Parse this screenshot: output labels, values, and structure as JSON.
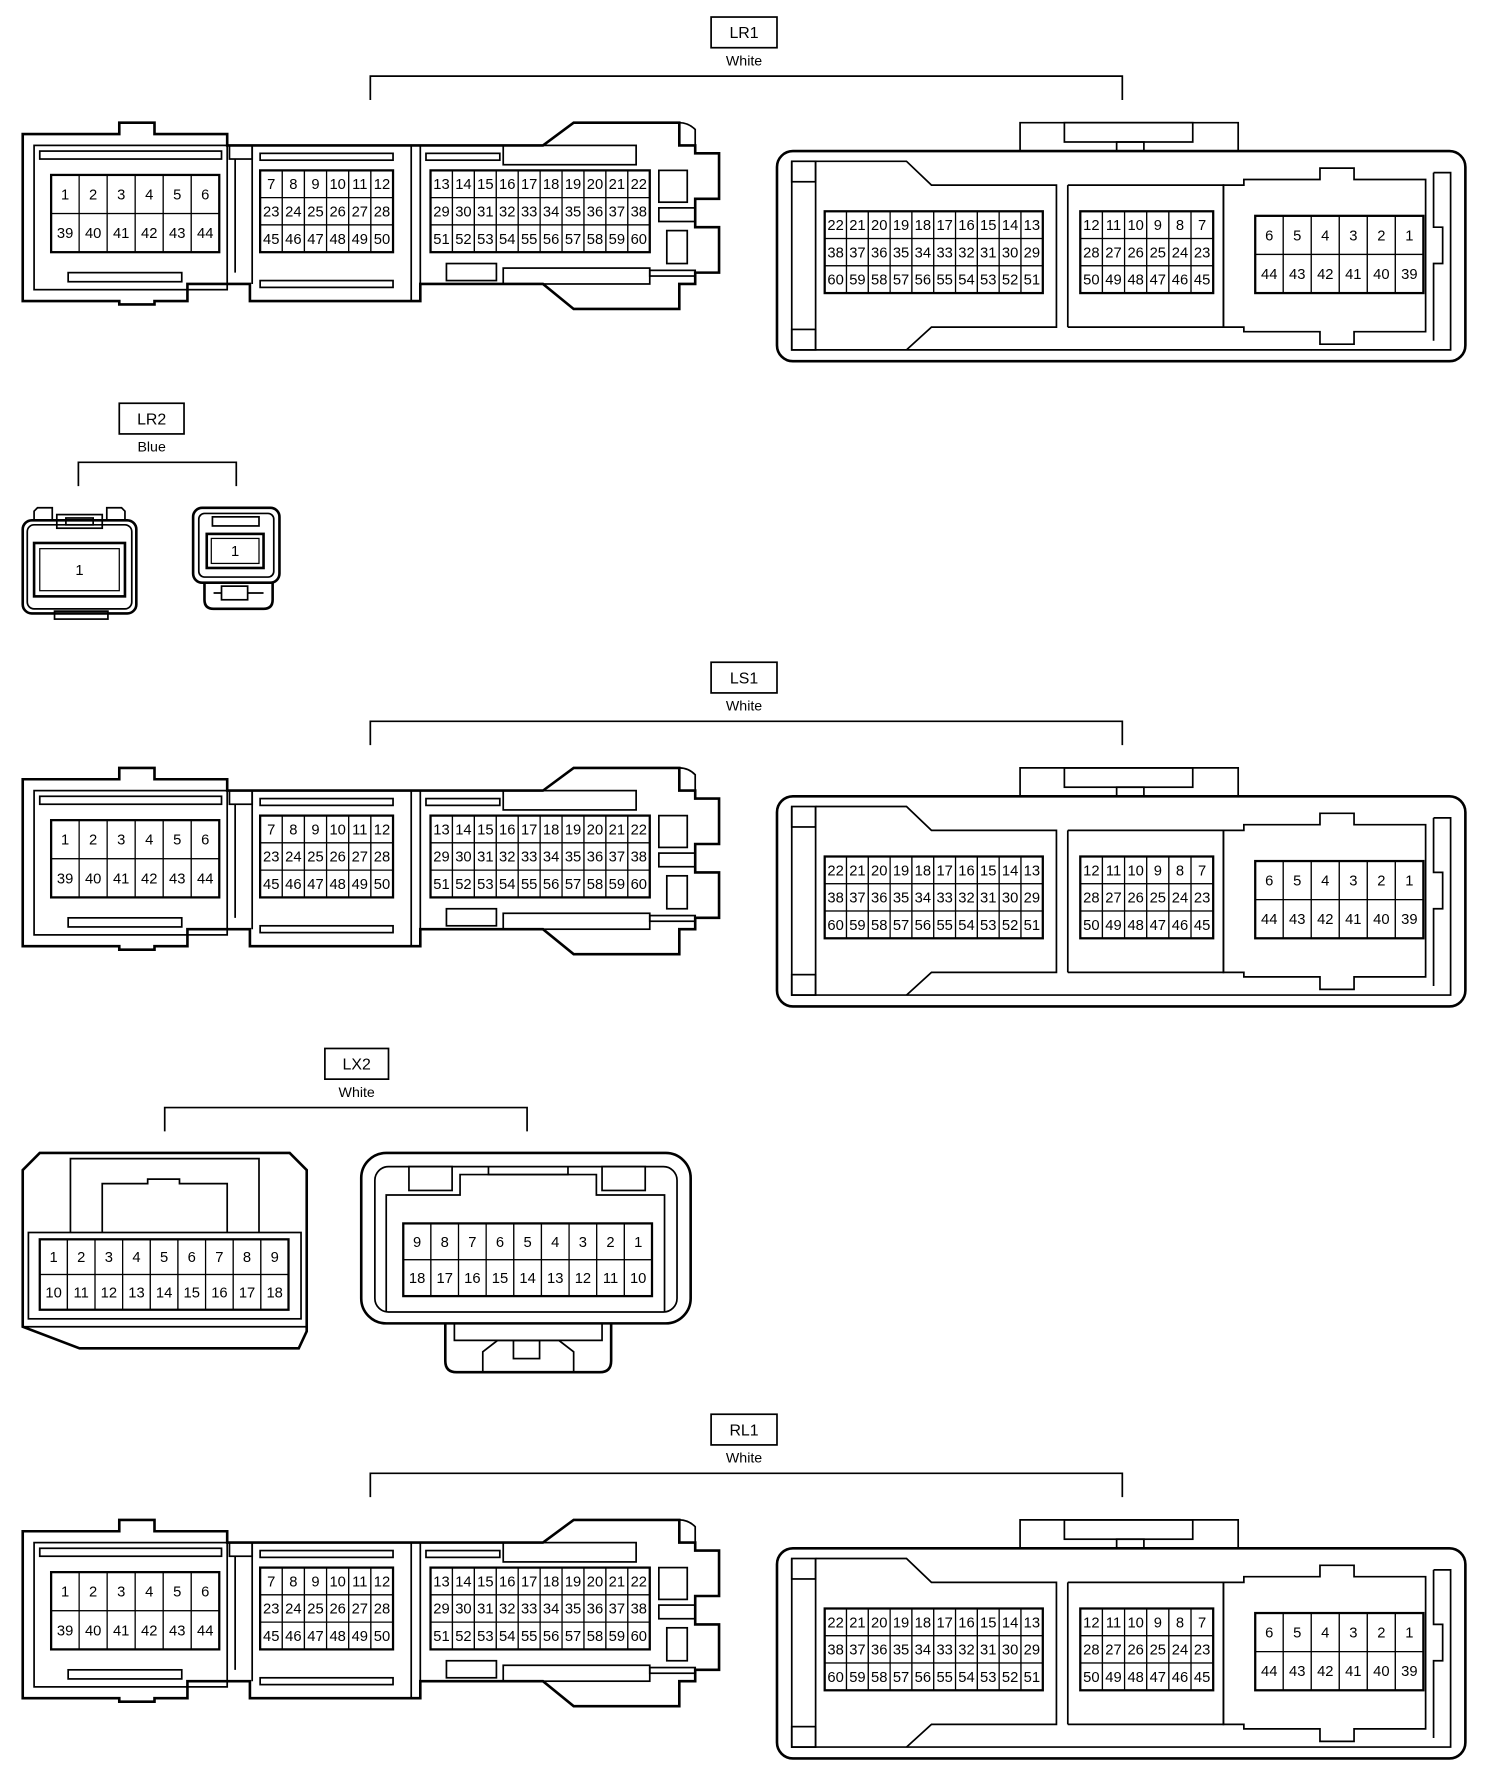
{
  "connectors": [
    {
      "label": "LR1",
      "color": "White",
      "views": [
        {
          "blocks": [
            {
              "rows": [
                [
                  "1",
                  "2",
                  "3",
                  "4",
                  "5",
                  "6"
                ],
                [
                  "39",
                  "40",
                  "41",
                  "42",
                  "43",
                  "44"
                ]
              ]
            },
            {
              "rows": [
                [
                  "7",
                  "8",
                  "9",
                  "10",
                  "11",
                  "12"
                ],
                [
                  "23",
                  "24",
                  "25",
                  "26",
                  "27",
                  "28"
                ],
                [
                  "45",
                  "46",
                  "47",
                  "48",
                  "49",
                  "50"
                ]
              ]
            },
            {
              "rows": [
                [
                  "13",
                  "14",
                  "15",
                  "16",
                  "17",
                  "18",
                  "19",
                  "20",
                  "21",
                  "22"
                ],
                [
                  "29",
                  "30",
                  "31",
                  "32",
                  "33",
                  "34",
                  "35",
                  "36",
                  "37",
                  "38"
                ],
                [
                  "51",
                  "52",
                  "53",
                  "54",
                  "55",
                  "56",
                  "57",
                  "58",
                  "59",
                  "60"
                ]
              ]
            }
          ]
        },
        {
          "blocks": [
            {
              "rows": [
                [
                  "22",
                  "21",
                  "20",
                  "19",
                  "18",
                  "17",
                  "16",
                  "15",
                  "14",
                  "13"
                ],
                [
                  "38",
                  "37",
                  "36",
                  "35",
                  "34",
                  "33",
                  "32",
                  "31",
                  "30",
                  "29"
                ],
                [
                  "60",
                  "59",
                  "58",
                  "57",
                  "56",
                  "55",
                  "54",
                  "53",
                  "52",
                  "51"
                ]
              ]
            },
            {
              "rows": [
                [
                  "12",
                  "11",
                  "10",
                  "9",
                  "8",
                  "7"
                ],
                [
                  "28",
                  "27",
                  "26",
                  "25",
                  "24",
                  "23"
                ],
                [
                  "50",
                  "49",
                  "48",
                  "47",
                  "46",
                  "45"
                ]
              ]
            },
            {
              "rows": [
                [
                  "6",
                  "5",
                  "4",
                  "3",
                  "2",
                  "1"
                ],
                [
                  "44",
                  "43",
                  "42",
                  "41",
                  "40",
                  "39"
                ]
              ]
            }
          ]
        }
      ]
    },
    {
      "label": "LR2",
      "color": "Blue",
      "views": [
        {
          "blocks": [
            {
              "rows": [
                [
                  "1"
                ]
              ]
            }
          ]
        },
        {
          "blocks": [
            {
              "rows": [
                [
                  "1"
                ]
              ]
            }
          ]
        }
      ]
    },
    {
      "label": "LS1",
      "color": "White",
      "views": [
        {
          "blocks": [
            {
              "rows": [
                [
                  "1",
                  "2",
                  "3",
                  "4",
                  "5",
                  "6"
                ],
                [
                  "39",
                  "40",
                  "41",
                  "42",
                  "43",
                  "44"
                ]
              ]
            },
            {
              "rows": [
                [
                  "7",
                  "8",
                  "9",
                  "10",
                  "11",
                  "12"
                ],
                [
                  "23",
                  "24",
                  "25",
                  "26",
                  "27",
                  "28"
                ],
                [
                  "45",
                  "46",
                  "47",
                  "48",
                  "49",
                  "50"
                ]
              ]
            },
            {
              "rows": [
                [
                  "13",
                  "14",
                  "15",
                  "16",
                  "17",
                  "18",
                  "19",
                  "20",
                  "21",
                  "22"
                ],
                [
                  "29",
                  "30",
                  "31",
                  "32",
                  "33",
                  "34",
                  "35",
                  "36",
                  "37",
                  "38"
                ],
                [
                  "51",
                  "52",
                  "53",
                  "54",
                  "55",
                  "56",
                  "57",
                  "58",
                  "59",
                  "60"
                ]
              ]
            }
          ]
        },
        {
          "blocks": [
            {
              "rows": [
                [
                  "22",
                  "21",
                  "20",
                  "19",
                  "18",
                  "17",
                  "16",
                  "15",
                  "14",
                  "13"
                ],
                [
                  "38",
                  "37",
                  "36",
                  "35",
                  "34",
                  "33",
                  "32",
                  "31",
                  "30",
                  "29"
                ],
                [
                  "60",
                  "59",
                  "58",
                  "57",
                  "56",
                  "55",
                  "54",
                  "53",
                  "52",
                  "51"
                ]
              ]
            },
            {
              "rows": [
                [
                  "12",
                  "11",
                  "10",
                  "9",
                  "8",
                  "7"
                ],
                [
                  "28",
                  "27",
                  "26",
                  "25",
                  "24",
                  "23"
                ],
                [
                  "50",
                  "49",
                  "48",
                  "47",
                  "46",
                  "45"
                ]
              ]
            },
            {
              "rows": [
                [
                  "6",
                  "5",
                  "4",
                  "3",
                  "2",
                  "1"
                ],
                [
                  "44",
                  "43",
                  "42",
                  "41",
                  "40",
                  "39"
                ]
              ]
            }
          ]
        }
      ]
    },
    {
      "label": "LX2",
      "color": "White",
      "views": [
        {
          "blocks": [
            {
              "rows": [
                [
                  "1",
                  "2",
                  "3",
                  "4",
                  "5",
                  "6",
                  "7",
                  "8",
                  "9"
                ],
                [
                  "10",
                  "11",
                  "12",
                  "13",
                  "14",
                  "15",
                  "16",
                  "17",
                  "18"
                ]
              ]
            }
          ]
        },
        {
          "blocks": [
            {
              "rows": [
                [
                  "9",
                  "8",
                  "7",
                  "6",
                  "5",
                  "4",
                  "3",
                  "2",
                  "1"
                ],
                [
                  "18",
                  "17",
                  "16",
                  "15",
                  "14",
                  "13",
                  "12",
                  "11",
                  "10"
                ]
              ]
            }
          ]
        }
      ]
    },
    {
      "label": "RL1",
      "color": "White",
      "views": [
        {
          "blocks": [
            {
              "rows": [
                [
                  "1",
                  "2",
                  "3",
                  "4",
                  "5",
                  "6"
                ],
                [
                  "39",
                  "40",
                  "41",
                  "42",
                  "43",
                  "44"
                ]
              ]
            },
            {
              "rows": [
                [
                  "7",
                  "8",
                  "9",
                  "10",
                  "11",
                  "12"
                ],
                [
                  "23",
                  "24",
                  "25",
                  "26",
                  "27",
                  "28"
                ],
                [
                  "45",
                  "46",
                  "47",
                  "48",
                  "49",
                  "50"
                ]
              ]
            },
            {
              "rows": [
                [
                  "13",
                  "14",
                  "15",
                  "16",
                  "17",
                  "18",
                  "19",
                  "20",
                  "21",
                  "22"
                ],
                [
                  "29",
                  "30",
                  "31",
                  "32",
                  "33",
                  "34",
                  "35",
                  "36",
                  "37",
                  "38"
                ],
                [
                  "51",
                  "52",
                  "53",
                  "54",
                  "55",
                  "56",
                  "57",
                  "58",
                  "59",
                  "60"
                ]
              ]
            }
          ]
        },
        {
          "blocks": [
            {
              "rows": [
                [
                  "22",
                  "21",
                  "20",
                  "19",
                  "18",
                  "17",
                  "16",
                  "15",
                  "14",
                  "13"
                ],
                [
                  "38",
                  "37",
                  "36",
                  "35",
                  "34",
                  "33",
                  "32",
                  "31",
                  "30",
                  "29"
                ],
                [
                  "60",
                  "59",
                  "58",
                  "57",
                  "56",
                  "55",
                  "54",
                  "53",
                  "52",
                  "51"
                ]
              ]
            },
            {
              "rows": [
                [
                  "12",
                  "11",
                  "10",
                  "9",
                  "8",
                  "7"
                ],
                [
                  "28",
                  "27",
                  "26",
                  "25",
                  "24",
                  "23"
                ],
                [
                  "50",
                  "49",
                  "48",
                  "47",
                  "46",
                  "45"
                ]
              ]
            },
            {
              "rows": [
                [
                  "6",
                  "5",
                  "4",
                  "3",
                  "2",
                  "1"
                ],
                [
                  "44",
                  "43",
                  "42",
                  "41",
                  "40",
                  "39"
                ]
              ]
            }
          ]
        }
      ]
    }
  ]
}
